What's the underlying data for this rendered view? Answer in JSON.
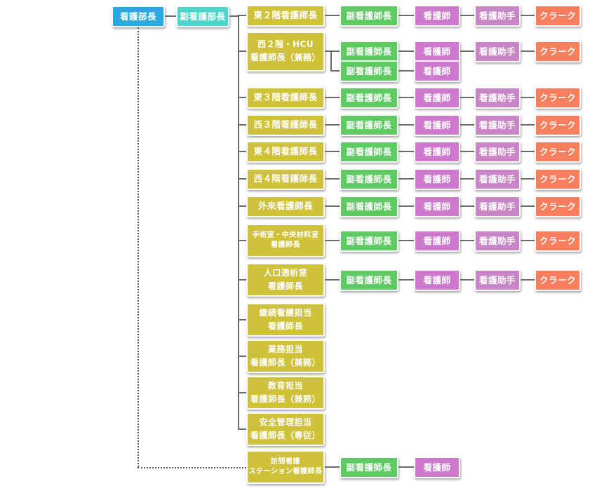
{
  "colors": {
    "director": "#29a9e2",
    "deputy_director": "#4ed5cb",
    "head_nurse": "#cfc13a",
    "deputy_head": "#5dca62",
    "nurse": "#cd79cd",
    "assistant": "#c985c5",
    "clerk": "#f77f5d",
    "connector": "#6b6b6b"
  },
  "top": {
    "director": "看護部長",
    "deputy_director": "副看護部長"
  },
  "common": {
    "deputy_head": "副看護師長",
    "nurse": "看護師",
    "assistant": "看護助手",
    "clerk": "クラーク"
  },
  "units": [
    {
      "head": "東２階看護師長",
      "chain": [
        "deputy_head",
        "nurse",
        "assistant",
        "clerk"
      ]
    },
    {
      "head": "西２階・HCU\n看護師長（兼務）",
      "chain": [
        "deputy_head",
        "nurse",
        "assistant",
        "clerk"
      ],
      "extra": [
        "deputy_head",
        "nurse"
      ]
    },
    {
      "head": "東３階看護師長",
      "chain": [
        "deputy_head",
        "nurse",
        "assistant",
        "clerk"
      ]
    },
    {
      "head": "西３階看護師長",
      "chain": [
        "deputy_head",
        "nurse",
        "assistant",
        "clerk"
      ]
    },
    {
      "head": "東４階看護師長",
      "chain": [
        "deputy_head",
        "nurse",
        "assistant",
        "clerk"
      ]
    },
    {
      "head": "西４階看護師長",
      "chain": [
        "deputy_head",
        "nurse",
        "assistant",
        "clerk"
      ]
    },
    {
      "head": "外来看護師長",
      "chain": [
        "deputy_head",
        "nurse",
        "assistant",
        "clerk"
      ]
    },
    {
      "head": "手術室・中央材料室\n看護師長",
      "chain": [
        "deputy_head",
        "nurse",
        "assistant",
        "clerk"
      ]
    },
    {
      "head": "人口透析室\n看護師長",
      "chain": [
        "deputy_head",
        "nurse",
        "assistant",
        "clerk"
      ]
    },
    {
      "head": "継続看護担当\n看護師長",
      "chain": []
    },
    {
      "head": "業務担当\n看護師長（兼務）",
      "chain": []
    },
    {
      "head": "教育担当\n看護師長（兼務）",
      "chain": []
    },
    {
      "head": "安全管理担当\n看護師長（専従）",
      "chain": []
    },
    {
      "head": "訪問看護\nステーション看護師長",
      "chain": [
        "deputy_head",
        "nurse"
      ],
      "dotted": true
    }
  ]
}
